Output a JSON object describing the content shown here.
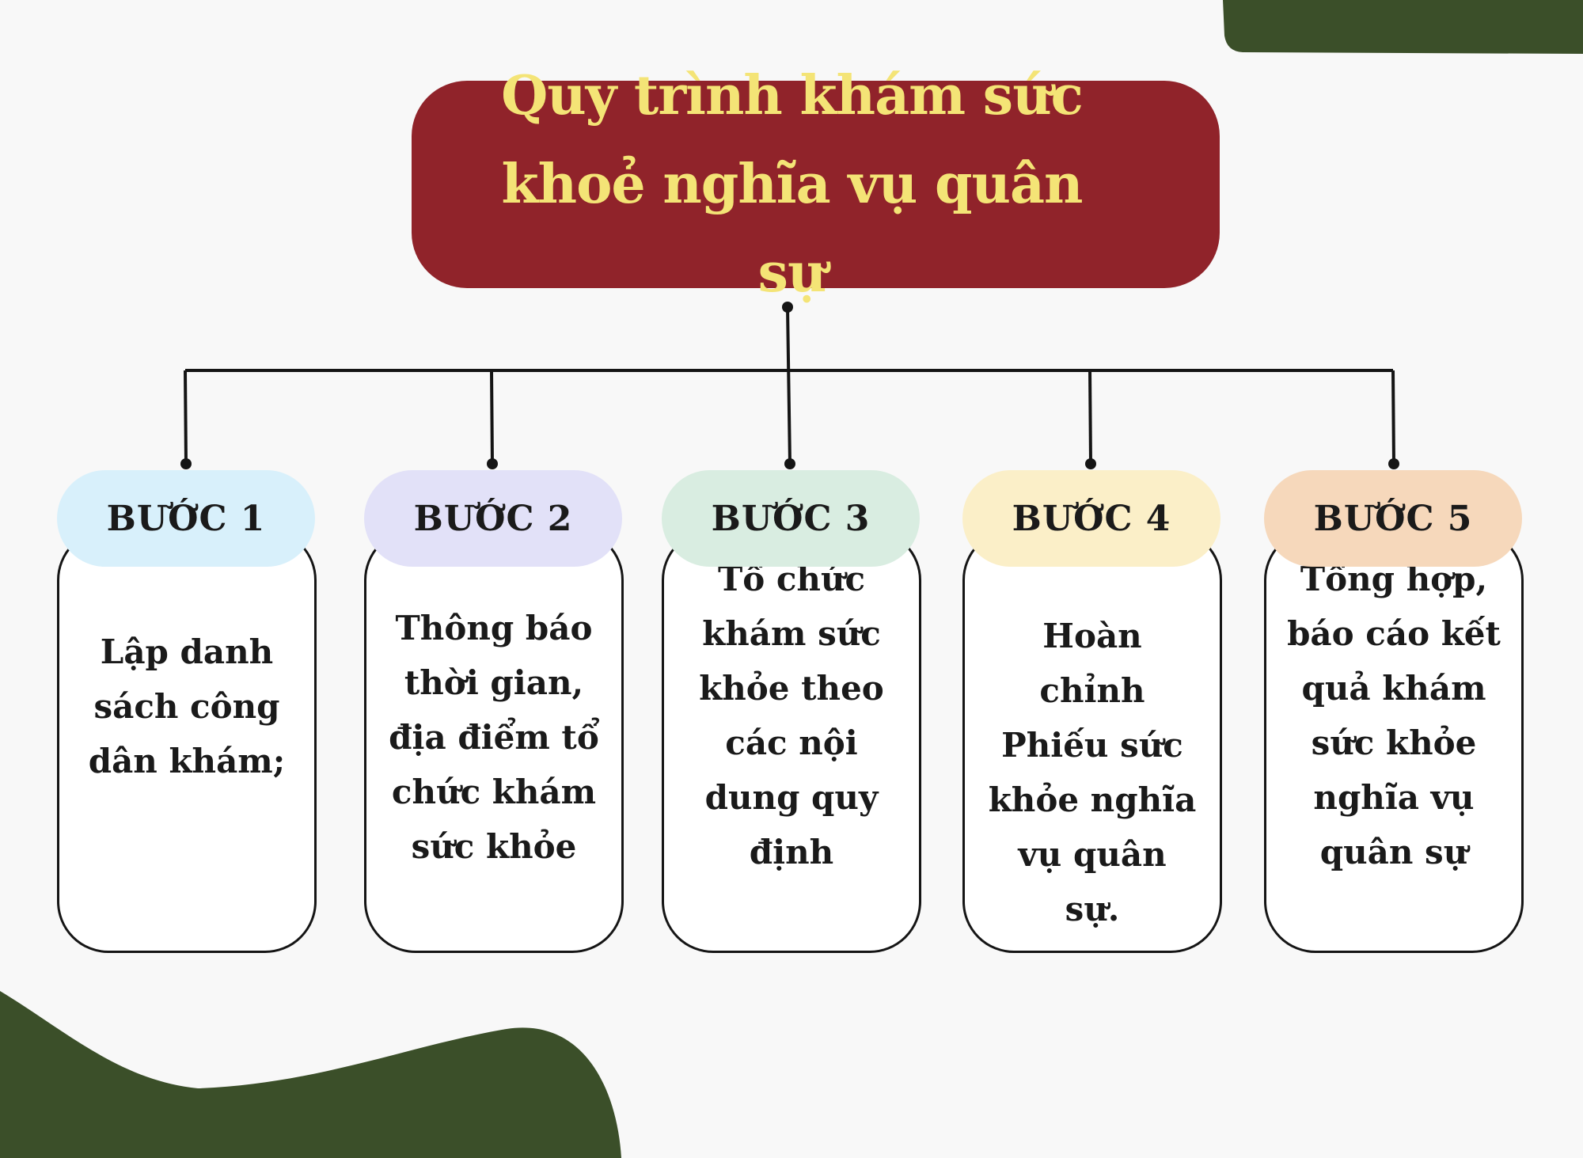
{
  "title": {
    "line1": "Quy trình khám sức",
    "line2": "khoẻ nghĩa vụ quân sự"
  },
  "steps": [
    {
      "label": "BƯỚC 1",
      "color": "#d8f0fb",
      "lines": [
        "Lập danh",
        "sách công",
        "dân khám;"
      ]
    },
    {
      "label": "BƯỚC 2",
      "color": "#e2e1f8",
      "lines": [
        "Thông báo",
        "thời gian,",
        "địa điểm tổ",
        "chức khám",
        "sức khỏe"
      ]
    },
    {
      "label": "BƯỚC 3",
      "color": "#d9ede1",
      "lines": [
        "Tổ chức",
        "khám sức",
        "khỏe theo",
        "các nội",
        "dung quy",
        "định"
      ]
    },
    {
      "label": "BƯỚC 4",
      "color": "#fbefc8",
      "lines": [
        "Hoàn chỉnh",
        "Phiếu sức",
        "khỏe nghĩa",
        "vụ quân sự."
      ]
    },
    {
      "label": "BƯỚC 5",
      "color": "#f6d8bb",
      "lines": [
        "Tổng hợp,",
        "báo cáo kết",
        "quả khám",
        "sức khỏe",
        "nghĩa vụ",
        "quân sự"
      ]
    }
  ],
  "colors": {
    "title_bg": "#90232a",
    "title_text": "#f4e476",
    "decor_green": "#3b4f29",
    "background": "#f8f8f8",
    "line": "#151515"
  }
}
